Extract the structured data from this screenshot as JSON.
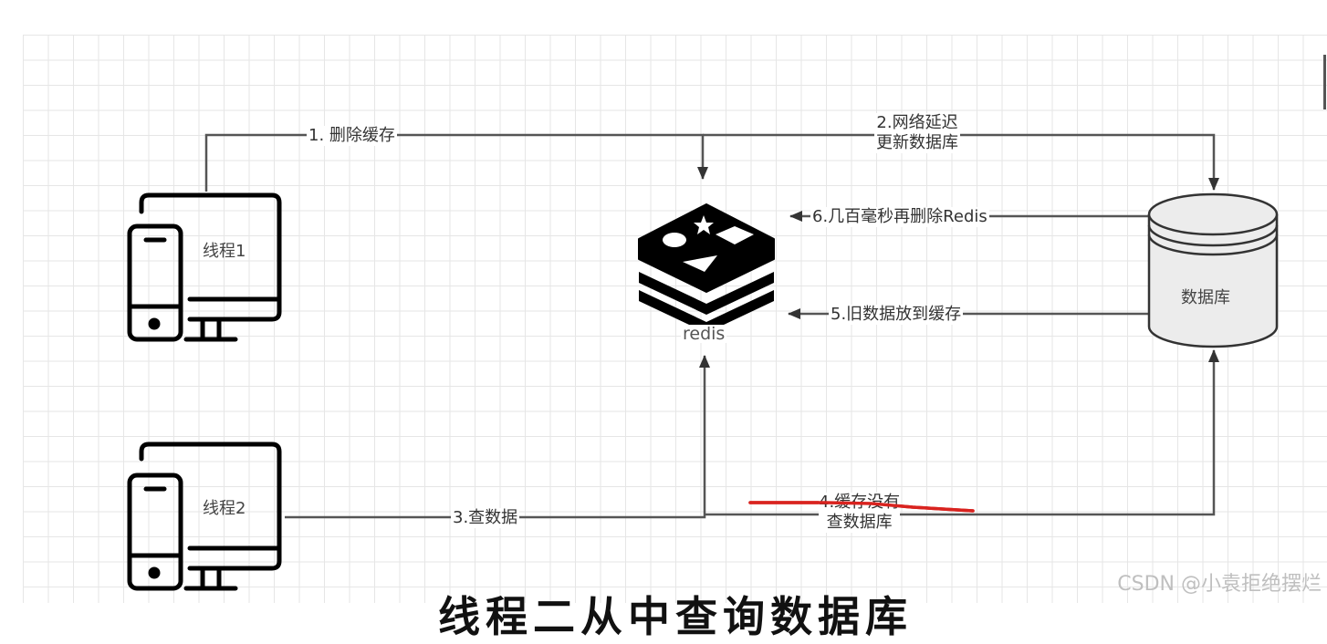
{
  "nodes": {
    "thread1": {
      "label": "线程1"
    },
    "thread2": {
      "label": "线程2"
    },
    "redis": {
      "label": "redis"
    },
    "database": {
      "label": "数据库"
    }
  },
  "edges": [
    {
      "id": "e1",
      "label": "1. 删除缓存",
      "from": "thread1",
      "to": "redis"
    },
    {
      "id": "e2",
      "label_line1": "2.网络延迟",
      "label_line2": "更新数据库",
      "from": "thread1",
      "to": "database"
    },
    {
      "id": "e3",
      "label": "3.查数据",
      "from": "thread2",
      "to": "redis"
    },
    {
      "id": "e4",
      "label_line1": "4.缓存没有",
      "label_line2": "查数据库",
      "from": "thread2",
      "to": "database",
      "struck_through": true
    },
    {
      "id": "e5",
      "label": "5.旧数据放到缓存",
      "from": "database",
      "to": "redis"
    },
    {
      "id": "e6",
      "label": "6.几百毫秒再删除Redis",
      "from": "database",
      "to": "redis"
    }
  ],
  "title": "线程二从中查询数据库",
  "watermark": "CSDN @小袁拒绝摆烂",
  "colors": {
    "line": "#555555",
    "strike": "#d9231f",
    "cylinder_fill": "#ececec",
    "icon": "#000000"
  }
}
